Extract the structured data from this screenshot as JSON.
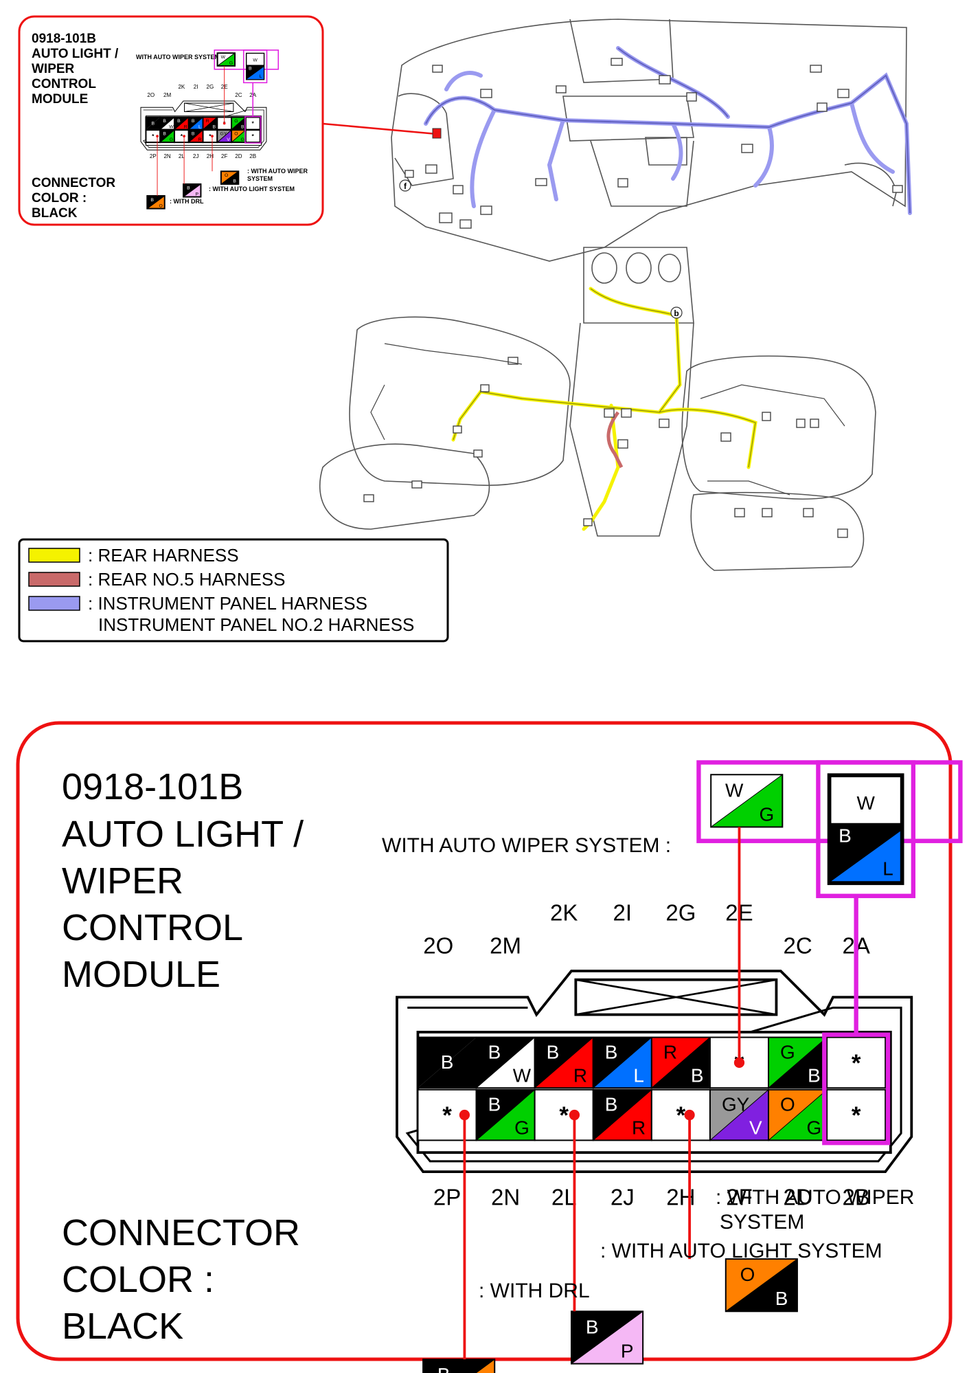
{
  "inset": {
    "part_number": "0918-101B",
    "title_lines": [
      "AUTO LIGHT /",
      "WIPER",
      "CONTROL",
      "MODULE"
    ],
    "connector_color_lines": [
      "CONNECTOR",
      "COLOR :",
      "BLACK"
    ],
    "auto_wiper_label": "WITH AUTO WIPER SYSTEM :",
    "note_auto_wiper_lines": [
      ": WITH AUTO WIPER",
      "SYSTEM"
    ],
    "note_auto_light": ": WITH AUTO LIGHT SYSTEM",
    "note_drl": ": WITH DRL"
  },
  "legend": {
    "items": [
      {
        "color": "#f5f200",
        "lines": [
          ": REAR HARNESS"
        ]
      },
      {
        "color": "#c96a6a",
        "lines": [
          ": REAR NO.5 HARNESS"
        ]
      },
      {
        "color": "#9a9af0",
        "lines": [
          ": INSTRUMENT PANEL HARNESS",
          "INSTRUMENT PANEL NO.2 HARNESS"
        ]
      }
    ]
  },
  "callout_letters": [
    "b",
    "f"
  ],
  "detail": {
    "part_number": "0918-101B",
    "title_lines": [
      "AUTO LIGHT /",
      "WIPER",
      "CONTROL",
      "MODULE"
    ],
    "connector_color_lines": [
      "CONNECTOR",
      "COLOR :",
      "BLACK"
    ],
    "auto_wiper_label": "WITH AUTO WIPER SYSTEM :",
    "top_pin_labels": [
      "2O",
      "2M",
      "2K",
      "2I",
      "2G",
      "2E",
      "2C",
      "2A"
    ],
    "bottom_pin_labels": [
      "2P",
      "2N",
      "2L",
      "2J",
      "2H",
      "2F",
      "2D",
      "2B"
    ],
    "top_row": [
      {
        "tl": "B",
        "br": "",
        "c1": "#000000",
        "c2": "#000000"
      },
      {
        "tl": "B",
        "br": "W",
        "c1": "#000000",
        "c2": "#ffffff"
      },
      {
        "tl": "B",
        "br": "R",
        "c1": "#000000",
        "c2": "#ff0000"
      },
      {
        "tl": "B",
        "br": "L",
        "c1": "#000000",
        "c2": "#0070ff"
      },
      {
        "tl": "R",
        "br": "B",
        "c1": "#ff0000",
        "c2": "#000000"
      },
      {
        "tl": "*",
        "br": "",
        "c1": "#ffffff",
        "c2": "#ffffff"
      },
      {
        "tl": "G",
        "br": "B",
        "c1": "#00d000",
        "c2": "#000000"
      },
      {
        "tl": "*",
        "br": "",
        "c1": "#ffffff",
        "c2": "#ffffff"
      }
    ],
    "bottom_row": [
      {
        "tl": "*",
        "br": "",
        "c1": "#ffffff",
        "c2": "#ffffff"
      },
      {
        "tl": "B",
        "br": "G",
        "c1": "#000000",
        "c2": "#00d000"
      },
      {
        "tl": "*",
        "br": "",
        "c1": "#ffffff",
        "c2": "#ffffff"
      },
      {
        "tl": "B",
        "br": "R",
        "c1": "#000000",
        "c2": "#ff0000"
      },
      {
        "tl": "*",
        "br": "",
        "c1": "#ffffff",
        "c2": "#ffffff"
      },
      {
        "tl": "GY",
        "br": "V",
        "c1": "#999999",
        "c2": "#8020e0"
      },
      {
        "tl": "O",
        "br": "G",
        "c1": "#ff8000",
        "c2": "#00d000"
      },
      {
        "tl": "*",
        "br": "",
        "c1": "#ffffff",
        "c2": "#ffffff"
      }
    ],
    "optional_wires": {
      "auto_wiper_2E": {
        "tl": "W",
        "br": "G",
        "c1": "#ffffff",
        "c2": "#00d000"
      },
      "auto_wiper_2A": {
        "top": "W",
        "bl": "B",
        "br": "L",
        "c1": "#ffffff",
        "c2": "#000000",
        "c3": "#0070ff"
      },
      "auto_wiper_2H": {
        "tl": "O",
        "br": "B",
        "c1": "#ff8000",
        "c2": "#000000"
      },
      "auto_light_2L": {
        "tl": "B",
        "br": "P",
        "c1": "#000000",
        "c2": "#f5b8f5"
      },
      "drl_2P": {
        "tl": "B",
        "br": "O",
        "c1": "#000000",
        "c2": "#ff8000"
      }
    },
    "note_auto_wiper_lines": [
      ": WITH AUTO WIPER",
      "SYSTEM"
    ],
    "note_auto_light": ": WITH AUTO LIGHT SYSTEM",
    "note_drl": ": WITH DRL"
  }
}
